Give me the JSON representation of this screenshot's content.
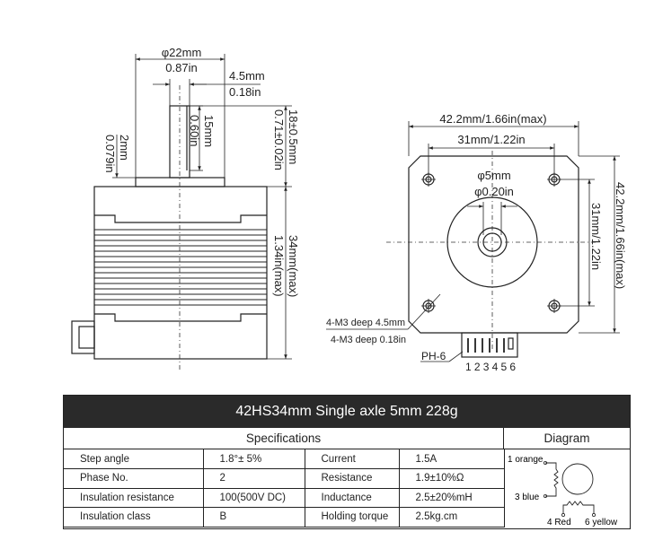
{
  "front_view": {
    "shaft_diameter_mm": "φ22mm",
    "shaft_diameter_in": "0.87in",
    "flat_mm": "4.5mm",
    "flat_in": "0.18in",
    "boss_height_mm": "2mm",
    "boss_height_in": "0.079in",
    "flat_length_mm": "15mm",
    "flat_length_in": "0.60in",
    "shaft_length_mm": "18±0.5mm",
    "shaft_length_in": "0.71±0.02in",
    "body_length_mm": "34mm(max)",
    "body_length_in": "1.34in(max)"
  },
  "end_view": {
    "width_mm": "42.2mm/1.66in(max)",
    "hole_spacing_top": "31mm/1.22in",
    "shaft_mm": "φ5mm",
    "shaft_in": "φ0.20in",
    "height_side": "42.2mm/1.66in(max)",
    "hole_spacing_side": "31mm/1.22in",
    "thread_mm": "4-M3 deep 4.5mm",
    "thread_in": "4-M3 deep 0.18in",
    "connector": "PH-6",
    "pins": "123456"
  },
  "table": {
    "title": "42HS34mm Single axle  5mm  228g",
    "spec_header": "Specifications",
    "diagram_header": "Diagram",
    "rows": [
      {
        "k1": "Step angle",
        "v1": "1.8°± 5%",
        "k2": "Current",
        "v2": "1.5A"
      },
      {
        "k1": "Phase No.",
        "v1": "2",
        "k2": "Resistance",
        "v2": "1.9±10%Ω"
      },
      {
        "k1": "Insulation resistance",
        "v1": "100(500V  DC)",
        "k2": "Inductance",
        "v2": "2.5±20%mH"
      },
      {
        "k1": "Insulation class",
        "v1": "B",
        "k2": "Holding torque",
        "v2": "2.5kg.cm"
      }
    ],
    "wiring": {
      "w1": "1 orange",
      "w3": "3 blue",
      "w4": "4 Red",
      "w6": "6 yellow"
    }
  }
}
